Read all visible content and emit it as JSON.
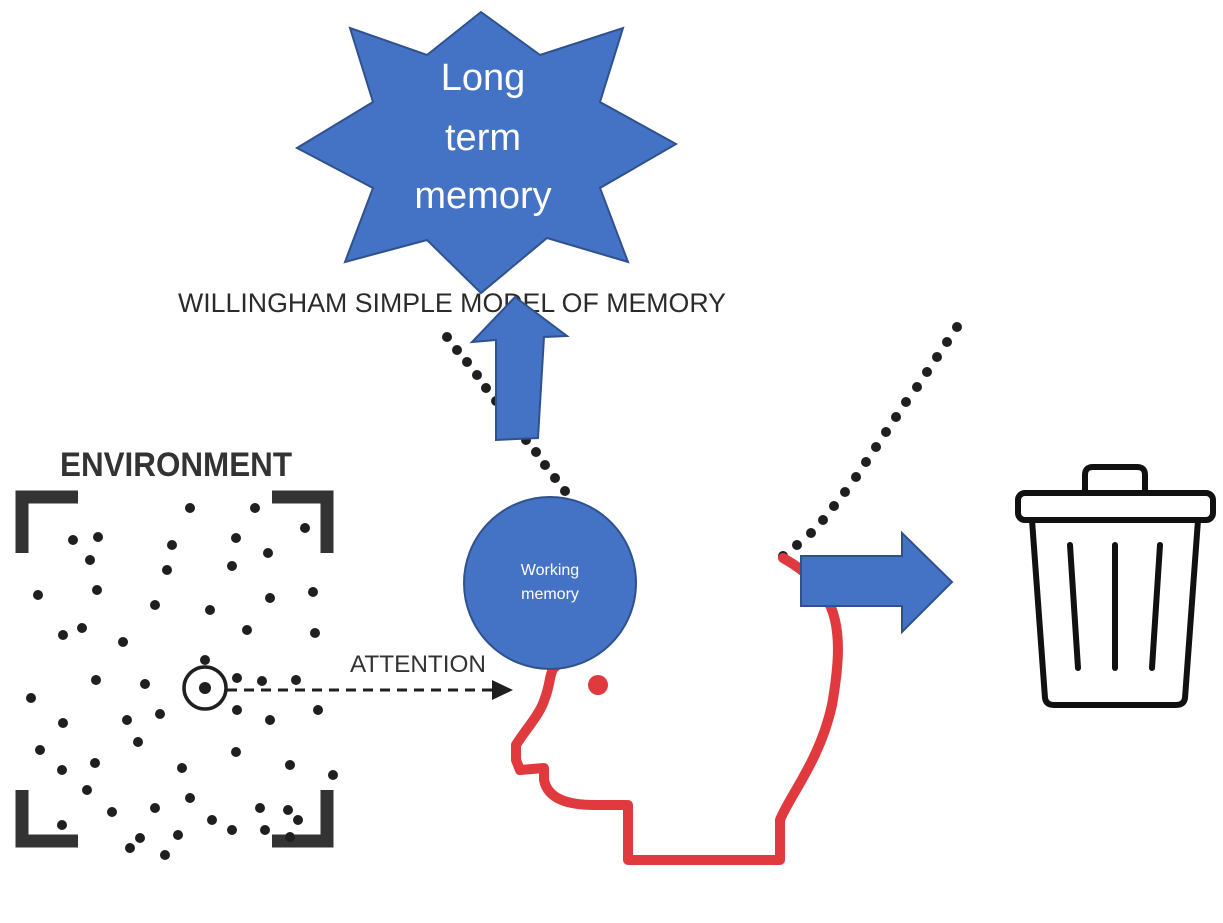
{
  "diagram": {
    "title": "WILLINGHAM SIMPLE MODEL OF MEMORY",
    "environment_label": "ENVIRONMENT",
    "attention_label": "ATTENTION",
    "long_term_memory": [
      "Long",
      "term",
      "memory"
    ],
    "working_memory": [
      "Working",
      "memory"
    ]
  },
  "colors": {
    "accent_blue": "#4472C4",
    "head_red": "#E03A3E",
    "ink": "#2b2b2b",
    "trash": "#111111"
  },
  "icons": {
    "trash": "trash-can-icon",
    "target": "target-icon"
  }
}
